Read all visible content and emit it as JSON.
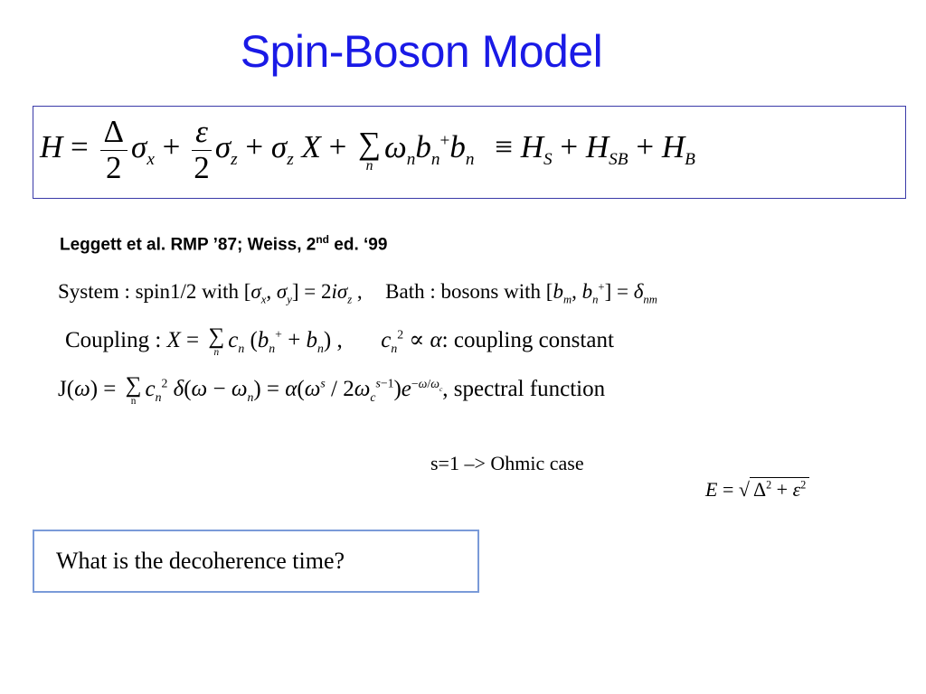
{
  "slide": {
    "title": "Spin-Boson Model",
    "reference_prefix": "Leggett et al. RMP ’87;  Weiss, 2",
    "reference_sup": "nd",
    "reference_suffix": " ed. ‘99",
    "line_system_label": "System : spin1/2 with",
    "line_bath_label": "Bath : bosons with",
    "line_coupling_label": "Coupling :",
    "coupling_constant_label": ": coupling constant",
    "spectral_label": "spectral function",
    "ohmic_note": "s=1 –> Ohmic case",
    "question": "What is the decoherence time?"
  }
}
